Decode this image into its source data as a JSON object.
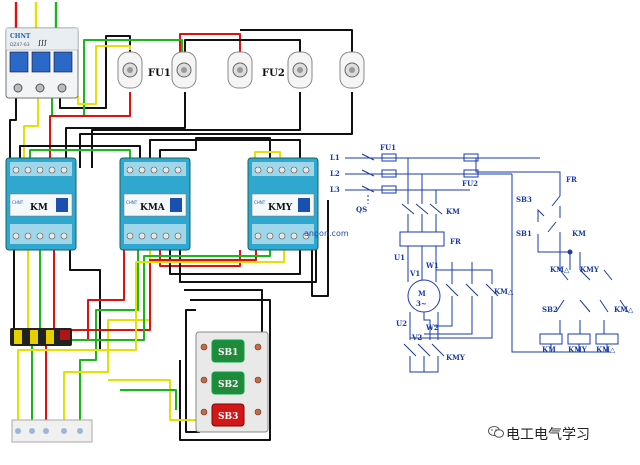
{
  "breaker": {
    "brand": "CHNT",
    "model": "DZ47-63"
  },
  "fuses": {
    "fu1": "FU1",
    "fu2": "FU2"
  },
  "contactors": [
    {
      "brand": "CHNT",
      "label": "KM"
    },
    {
      "brand": "CHNT",
      "label": "KMA"
    },
    {
      "brand": "CHNT",
      "label": "KMY"
    }
  ],
  "buttons": [
    "SB1",
    "SB2",
    "SB3"
  ],
  "website": "angon.com",
  "schematic": {
    "lines": [
      "L1",
      "L2",
      "L3"
    ],
    "qs": "QS",
    "fu1": "FU1",
    "fu2": "FU2",
    "km": "KM",
    "fr": "FR",
    "u1": "U1",
    "v1": "V1",
    "w1": "W1",
    "motor": "M",
    "motor_sub": "3~",
    "u2": "U2",
    "v2": "V2",
    "w2": "W2",
    "km_delta": "KM△",
    "kmy": "KMY",
    "ctrl_fr": "FR",
    "sb3": "SB3",
    "sb1": "SB1",
    "km_aux": "KM",
    "km_delta_ctrl": "KM△",
    "kmy_ctrl": "KMY",
    "sb2": "SB2",
    "km_delta_right": "KM△",
    "coil_km": "KM",
    "coil_kmy": "KMY",
    "coil_kmd": "KM△"
  },
  "watermark": "电工电气学习"
}
